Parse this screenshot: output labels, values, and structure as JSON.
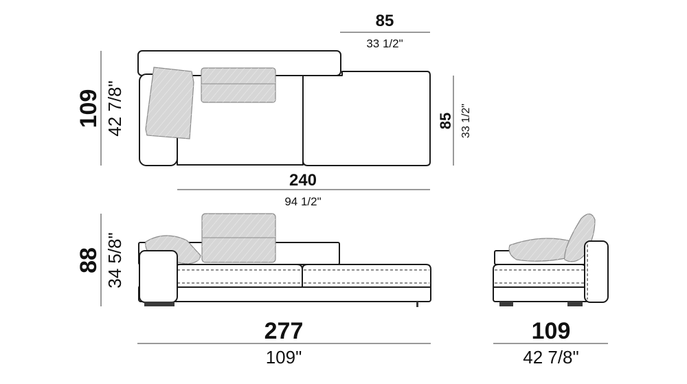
{
  "top_view": {
    "chaise_width_cm": "85",
    "chaise_width_in": "33 1/2\"",
    "depth_cm": "109",
    "depth_in": "42 7/8\"",
    "chaise_depth_cm": "85",
    "chaise_depth_in": "33 1/2\"",
    "seat_length_cm": "240",
    "seat_length_in": "94 1/2\""
  },
  "front_view": {
    "height_cm": "88",
    "height_in": "34 5/8\"",
    "length_cm": "277",
    "length_in": "109\""
  },
  "side_view": {
    "depth_cm": "109",
    "depth_in": "42 7/8\""
  }
}
